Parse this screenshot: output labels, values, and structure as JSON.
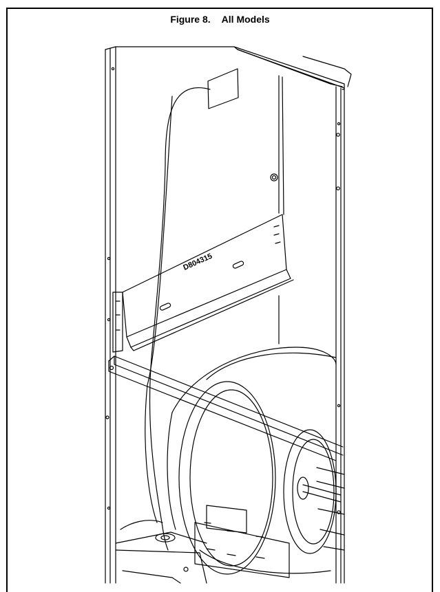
{
  "figure": {
    "number": "Figure 8.",
    "title": "All Models",
    "part_label": "D804315"
  }
}
